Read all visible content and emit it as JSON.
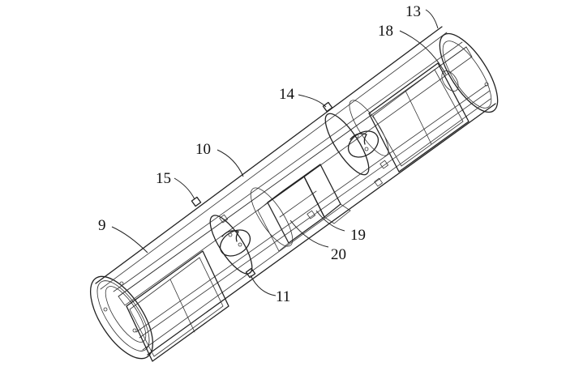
{
  "labels": {
    "l9": "9",
    "l10": "10",
    "l11": "11",
    "l13": "13",
    "l14": "14",
    "l15": "15",
    "l18": "18",
    "l19": "19",
    "l20": "20"
  }
}
